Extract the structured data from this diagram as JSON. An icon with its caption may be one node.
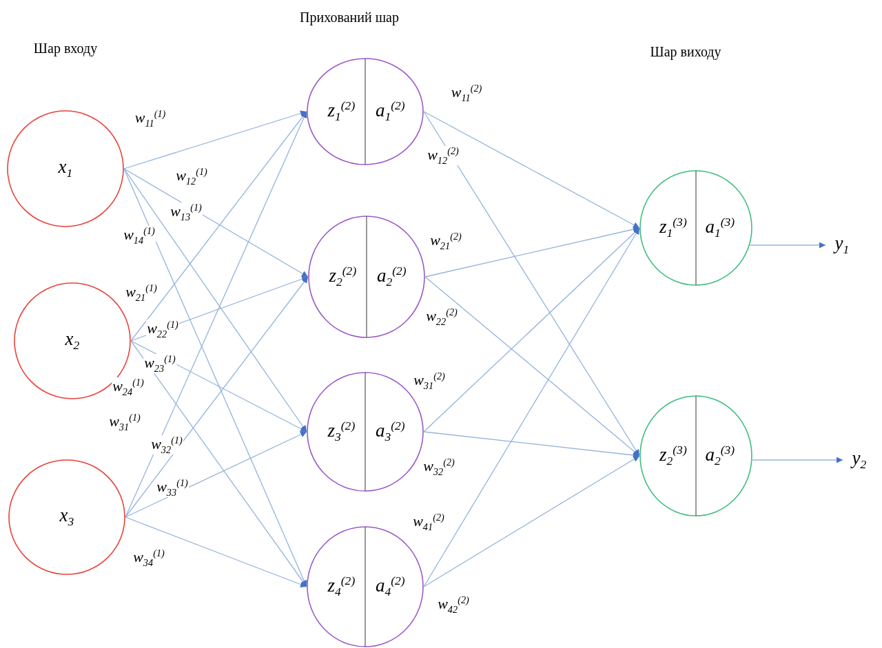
{
  "diagram": {
    "nodes": [
      {
        "text": [
          "x$_{1}$"
        ]
      },
      {
        "text": [
          "x$_{2}$"
        ]
      },
      {
        "text": [
          "x$_{3}$"
        ]
      },
      {
        "text": [
          "z$_{1}$$^{(2)}$",
          "a$_{1}$$^{(2)}$"
        ]
      },
      {
        "text": [
          "z$_{2}$$^{(2)}$",
          "a$_{2}$$^{(2)}$"
        ]
      },
      {
        "text": [
          "z$_{3}$$^{(2)}$",
          "a$_{3}$$^{(2)}$"
        ]
      },
      {
        "text": [
          "z$_{4}$$^{(2)}$",
          "a$_{4}$$^{(2)}$"
        ]
      },
      {
        "text": [
          "z$_{1}$$^{(3)}$",
          "a$_{1}$$^{(3)}$"
        ]
      },
      {
        "text": [
          "z$_{2}$$^{(3)}$",
          "a$_{2}$$^{(3)}$"
        ]
      },
      {
        "text": [
          "y$_{1}$"
        ]
      },
      {
        "text": [
          "y$_{2}$"
        ]
      }
    ],
    "edges": [
      {
        "from": 0,
        "to": 3,
        "arrow": "to",
        "label": "w$_{11}$$^{(1)}$"
      },
      {
        "from": 0,
        "to": 4,
        "arrow": "to",
        "label": "w$_{12}$$^{(1)}$"
      },
      {
        "from": 0,
        "to": 5,
        "arrow": "to",
        "label": "w$_{13}$$^{(1)}$"
      },
      {
        "from": 0,
        "to": 6,
        "arrow": "to",
        "label": "w$_{14}$$^{(1)}$"
      },
      {
        "from": 1,
        "to": 3,
        "arrow": "to",
        "label": "w$_{21}$$^{(1)}$"
      },
      {
        "from": 1,
        "to": 4,
        "arrow": "to",
        "label": "w$_{22}$$^{(1)}$"
      },
      {
        "from": 1,
        "to": 5,
        "arrow": "to",
        "label": "w$_{23}$$^{(1)}$"
      },
      {
        "from": 1,
        "to": 6,
        "arrow": "to",
        "label": "w$_{24}$$^{(1)}$"
      },
      {
        "from": 2,
        "to": 3,
        "arrow": "to",
        "label": "w$_{31}$$^{(1)}$"
      },
      {
        "from": 2,
        "to": 4,
        "arrow": "to",
        "label": "w$_{32}$$^{(1)}$"
      },
      {
        "from": 2,
        "to": 5,
        "arrow": "to",
        "label": "w$_{33}$$^{(1)}$"
      },
      {
        "from": 2,
        "to": 6,
        "arrow": "to",
        "label": "w$_{34}$$^{(1)}$"
      },
      {
        "from": 3,
        "to": 7,
        "arrow": "to",
        "label": "w$_{11}$$^{(2)}$"
      },
      {
        "from": 3,
        "to": 8,
        "arrow": "to",
        "label": "w$_{12}$$^{(2)}$"
      },
      {
        "from": 4,
        "to": 7,
        "arrow": "to",
        "label": "w$_{21}$$^{(2)}$"
      },
      {
        "from": 4,
        "to": 8,
        "arrow": "to",
        "label": "w$_{22}$$^{(2)}$"
      },
      {
        "from": 5,
        "to": 7,
        "arrow": "to",
        "label": "w$_{31}$$^{(2)}$"
      },
      {
        "from": 5,
        "to": 8,
        "arrow": "to",
        "label": "w$_{32}$$^{(2)}$"
      },
      {
        "from": 6,
        "to": 7,
        "arrow": "to",
        "label": "w$_{41}$$^{(2)}$"
      },
      {
        "from": 6,
        "to": 8,
        "arrow": "to",
        "label": "w$_{42}$$^{(2)}$"
      },
      {
        "from": 7,
        "to": 9,
        "arrow": "to"
      },
      {
        "from": 8,
        "to": 10,
        "arrow": "to"
      }
    ],
    "labels": [
      "Прихований шар",
      "Шар входу",
      "Шар виходу"
    ]
  }
}
